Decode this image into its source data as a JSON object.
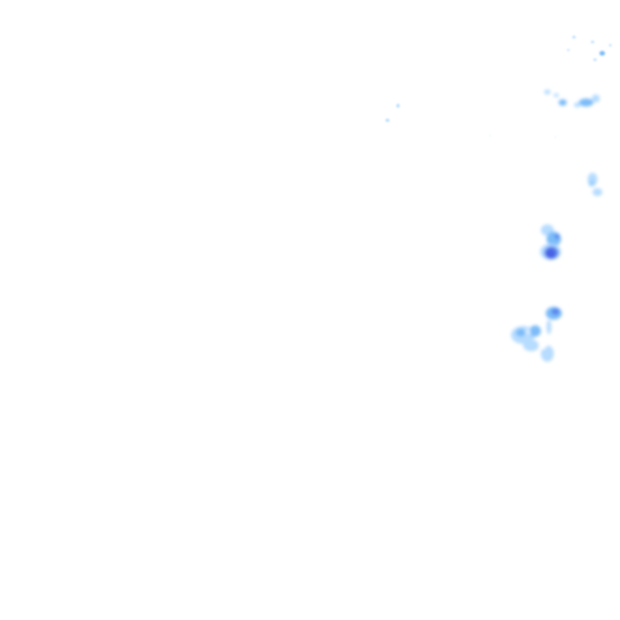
{
  "map": {
    "layer": "precipitation-radar-overlay",
    "background": "#ffffff",
    "intensity_palette": {
      "light": "#b6dcff",
      "moderate": "#7cbcf8",
      "heavy": "#5a86ee",
      "very_heavy": "#4a62e4"
    },
    "echoes": [
      {
        "name": "echo-cluster-northeast-top",
        "intensity": "light"
      },
      {
        "name": "echo-cluster-northeast-band",
        "intensity": "moderate"
      },
      {
        "name": "echo-speck-north-center",
        "intensity": "light"
      },
      {
        "name": "echo-cell-east-small",
        "intensity": "moderate"
      },
      {
        "name": "echo-cell-east-core",
        "intensity": "very_heavy"
      },
      {
        "name": "echo-cluster-southeast",
        "intensity": "heavy"
      }
    ]
  }
}
